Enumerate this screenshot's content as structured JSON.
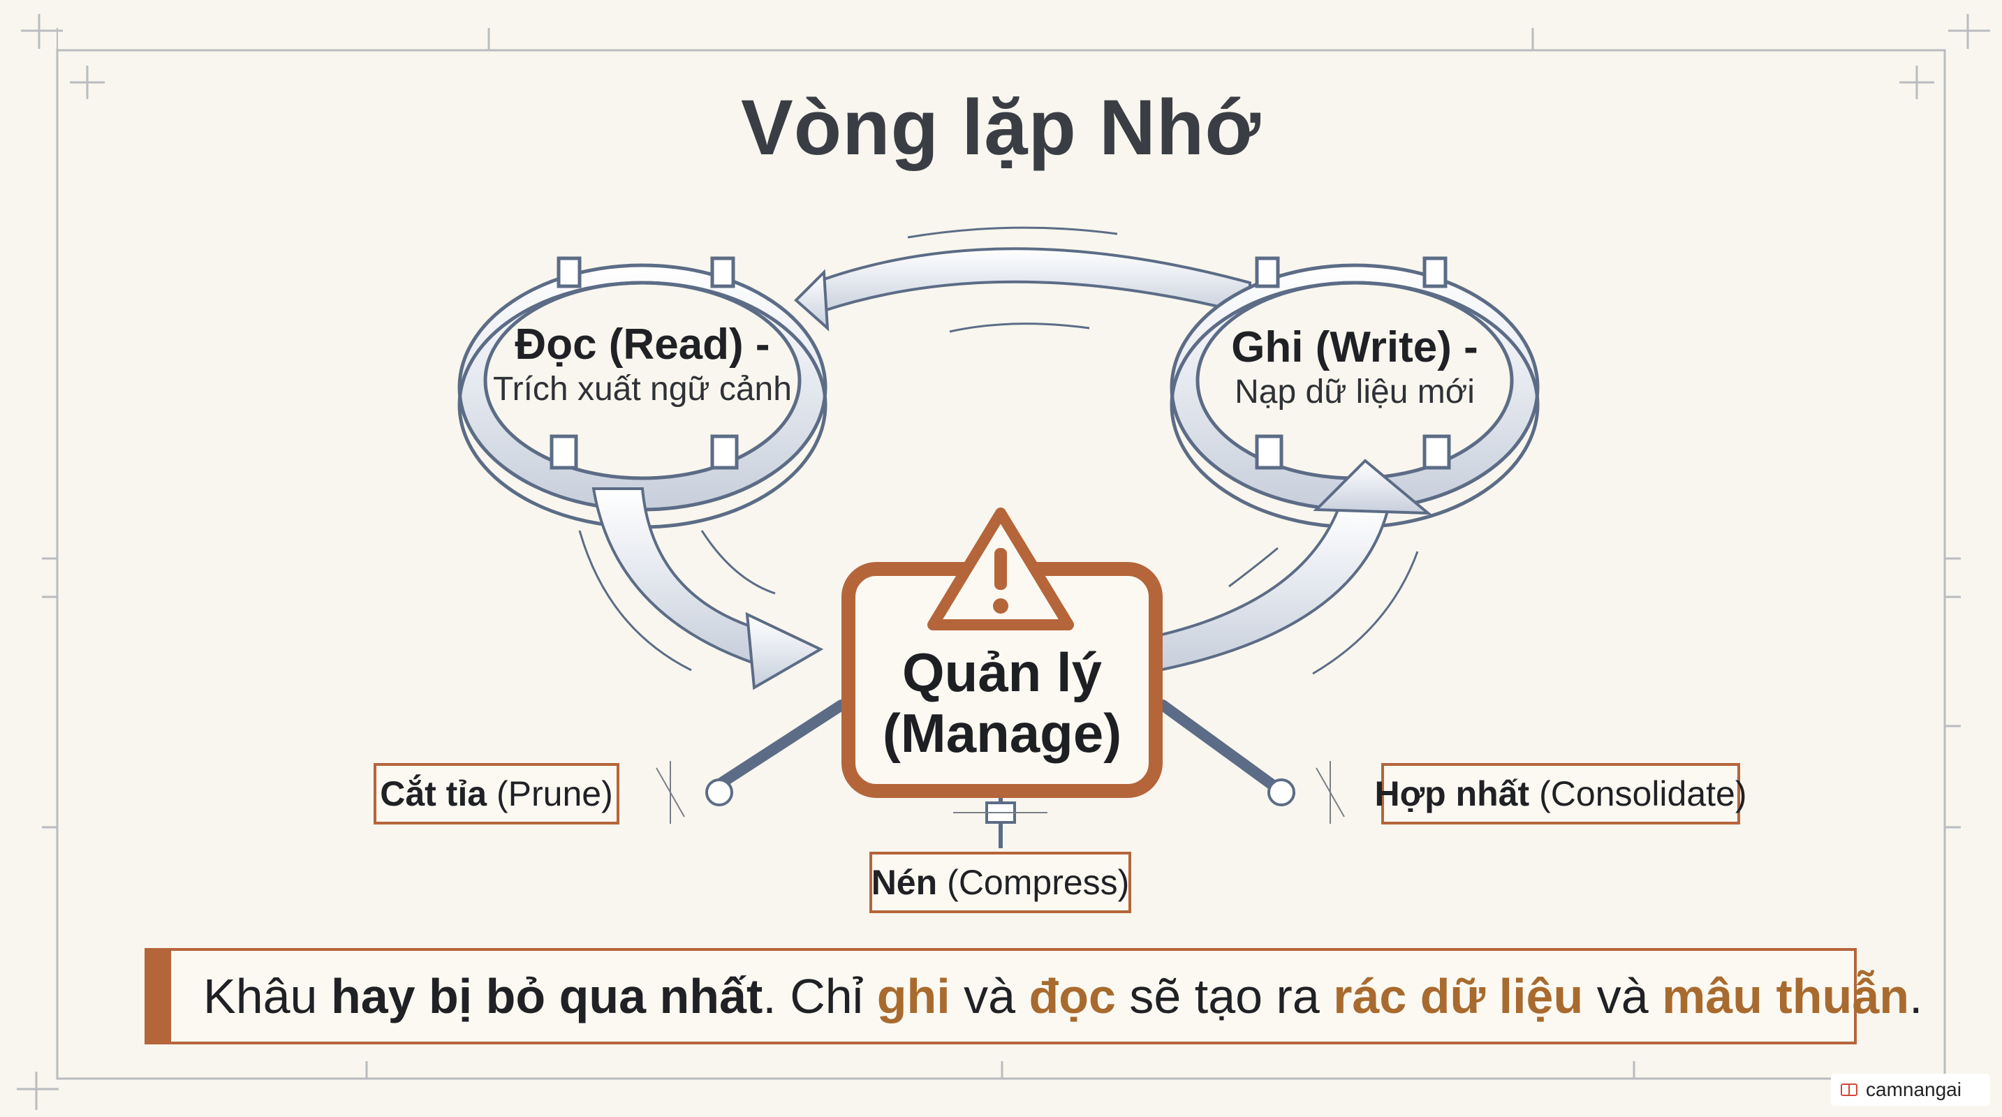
{
  "title": "Vòng lặp Nhớ",
  "nodes": {
    "read": {
      "head": "Đọc (Read) -",
      "sub": "Trích xuất ngữ cảnh"
    },
    "write": {
      "head": "Ghi (Write) -",
      "sub": "Nạp dữ liệu mới"
    },
    "manage": {
      "line1": "Quản lý",
      "line2": "(Manage)"
    }
  },
  "operations": {
    "prune": {
      "bold": "Cắt tỉa",
      "normal": "(Prune)"
    },
    "compress": {
      "bold": "Nén",
      "normal": "(Compress)"
    },
    "consolidate": {
      "bold": "Hợp nhất",
      "normal": "(Consolidate)"
    }
  },
  "banner": {
    "p1": "Khâu ",
    "p2": "hay bị bỏ qua nhất",
    "p3": ". Chỉ ",
    "p4": "ghi",
    "p5": " và ",
    "p6": "đọc",
    "p7": " sẽ tạo ra ",
    "p8": "rác dữ liệu",
    "p9": " và ",
    "p10": "mâu thuẫn",
    "p11": "."
  },
  "watermark": {
    "label": "camnangai"
  },
  "colors": {
    "accent_rust": "#b5653a",
    "accent_gold": "#a86a2e",
    "steel": "#6b7a92",
    "background": "#f8f6ee"
  }
}
